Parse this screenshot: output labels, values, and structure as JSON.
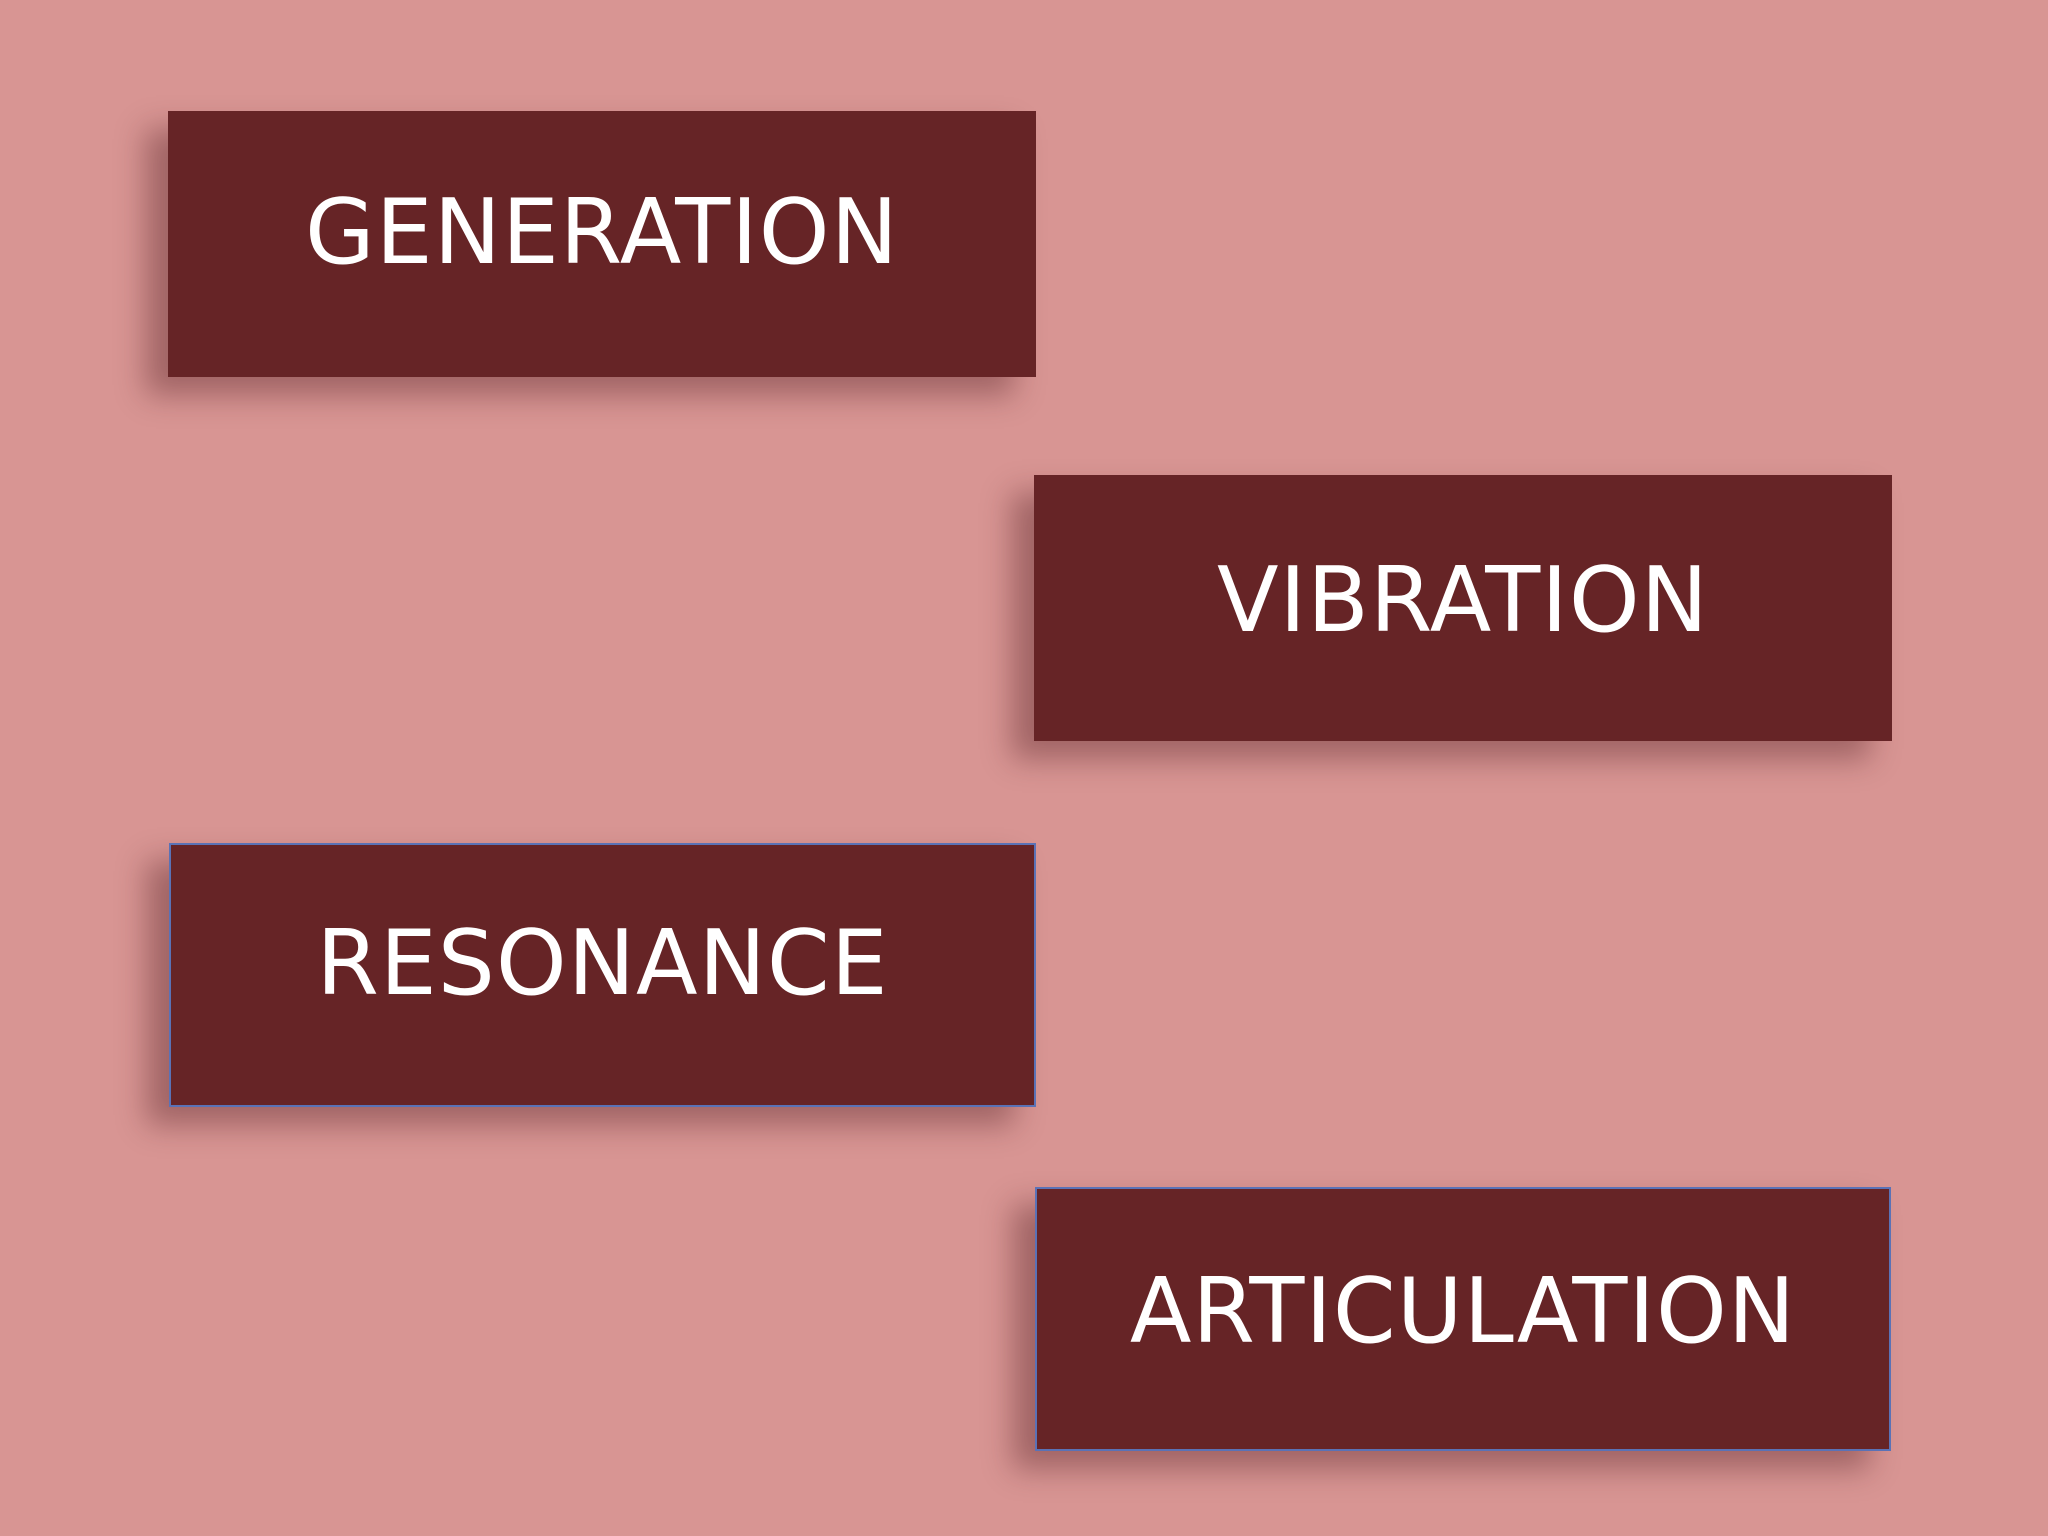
{
  "slide": {
    "background_color": "#d89593",
    "box_color": "#662426",
    "text_color": "#ffffff"
  },
  "stages": [
    {
      "label": "GENERATION"
    },
    {
      "label": "VIBRATION"
    },
    {
      "label": "RESONANCE"
    },
    {
      "label": "ARTICULATION"
    }
  ]
}
